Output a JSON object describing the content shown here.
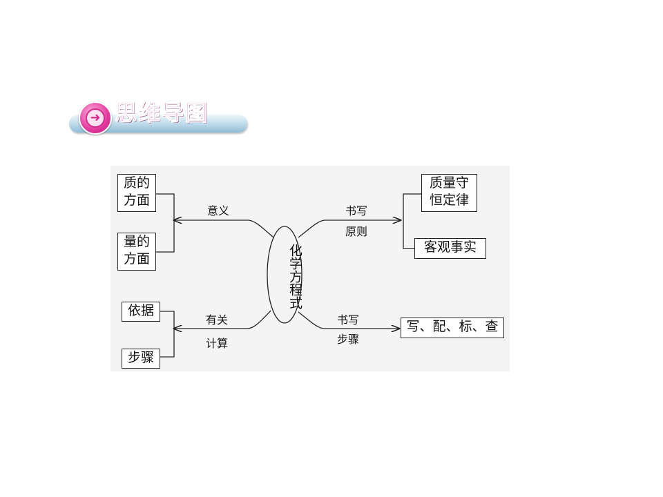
{
  "banner": {
    "title": "思维导图",
    "icon": "arrow-right-icon"
  },
  "diagram": {
    "center": "化学方程式",
    "branches": {
      "meaning": {
        "label": "意义",
        "items": [
          "质的方面",
          "量的方面"
        ]
      },
      "principles": {
        "label_line1": "书写",
        "label_line2": "原则",
        "items": [
          "质量守恒定律",
          "客观事实"
        ]
      },
      "calculation": {
        "label_line1": "有关",
        "label_line2": "计算",
        "items": [
          "依据",
          "步骤"
        ]
      },
      "steps": {
        "label_line1": "书写",
        "label_line2": "步骤",
        "items": [
          "写、配、标、查"
        ]
      }
    }
  }
}
